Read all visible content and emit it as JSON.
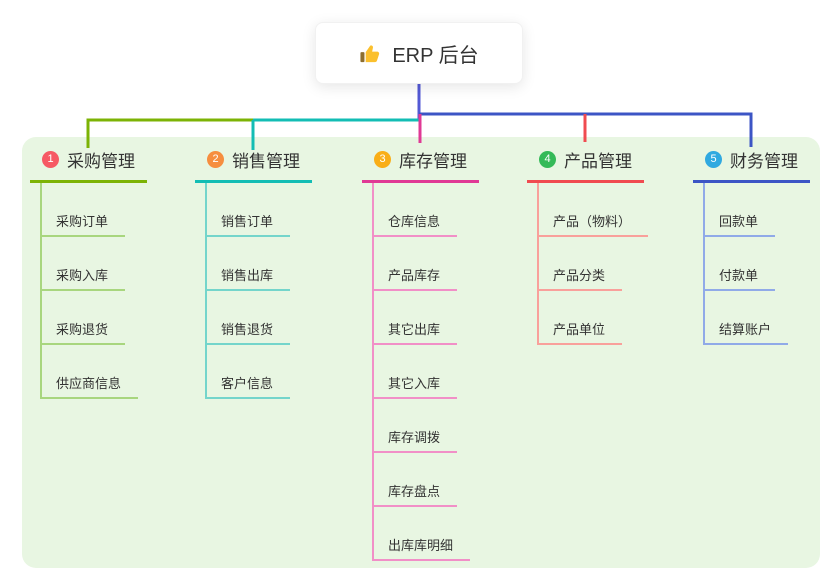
{
  "root": {
    "label": "ERP 后台",
    "icon": "thumbs-up-icon",
    "line_color": "#5359d5"
  },
  "panel": {
    "background_color": "#e8f6e2"
  },
  "branches": [
    {
      "num": "1",
      "title": "采购管理",
      "badge_color": "#f65964",
      "line_color": "#7cb305",
      "child_line_color": "#a8d67e",
      "children": [
        "采购订单",
        "采购入库",
        "采购退货",
        "供应商信息"
      ]
    },
    {
      "num": "2",
      "title": "销售管理",
      "badge_color": "#f68e3f",
      "line_color": "#13bdb4",
      "child_line_color": "#74d5cb",
      "children": [
        "销售订单",
        "销售出库",
        "销售退货",
        "客户信息"
      ]
    },
    {
      "num": "3",
      "title": "库存管理",
      "badge_color": "#f9ae17",
      "line_color": "#e03995",
      "child_line_color": "#f18fc7",
      "children": [
        "仓库信息",
        "产品库存",
        "其它出库",
        "其它入库",
        "库存调拨",
        "库存盘点",
        "出库库明细"
      ]
    },
    {
      "num": "4",
      "title": "产品管理",
      "badge_color": "#34ba58",
      "line_color": "#f04b50",
      "child_line_color": "#f9a09b",
      "children": [
        "产品（物料）",
        "产品分类",
        "产品单位"
      ]
    },
    {
      "num": "5",
      "title": "财务管理",
      "badge_color": "#30a9e0",
      "line_color": "#3c55c5",
      "child_line_color": "#90aae8",
      "children": [
        "回款单",
        "付款单",
        "结算账户"
      ]
    }
  ]
}
